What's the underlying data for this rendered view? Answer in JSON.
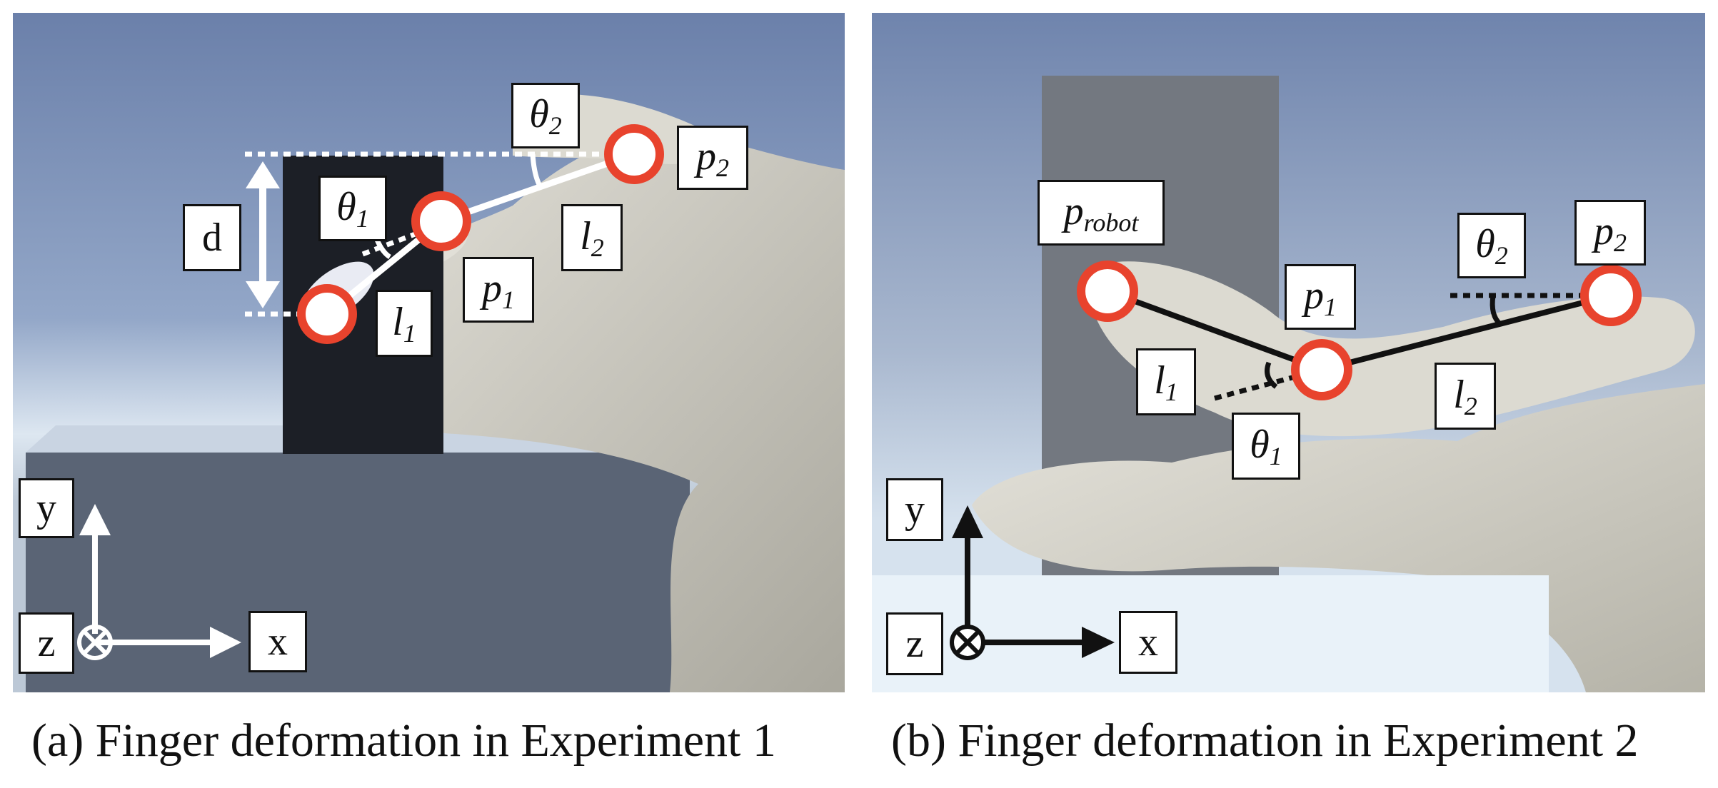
{
  "panels": {
    "a": {
      "caption": "(a) Finger deformation in Experiment 1",
      "labels": {
        "d": "d",
        "theta1": "θ",
        "theta1_sub": "1",
        "theta2": "θ",
        "theta2_sub": "2",
        "l1": "l",
        "l1_sub": "1",
        "l2": "l",
        "l2_sub": "2",
        "p1": "p",
        "p1_sub": "1",
        "p2": "p",
        "p2_sub": "2",
        "axis_x": "x",
        "axis_y": "y",
        "axis_z": "z"
      }
    },
    "b": {
      "caption": "(b) Finger deformation in Experiment 2",
      "labels": {
        "probot": "p",
        "probot_sub": "robot",
        "theta1": "θ",
        "theta1_sub": "1",
        "theta2": "θ",
        "theta2_sub": "2",
        "l1": "l",
        "l1_sub": "1",
        "l2": "l",
        "l2_sub": "2",
        "p1": "p",
        "p1_sub": "1",
        "p2": "p",
        "p2_sub": "2",
        "axis_x": "x",
        "axis_y": "y",
        "axis_z": "z"
      }
    }
  },
  "colors": {
    "marker": "#e8432d",
    "sky_top": "#6f84ad",
    "sky_bottom": "#dfe8f1",
    "block_dark": "#1c1f26",
    "table": "#5a6475",
    "block_gray": "#737880",
    "hand": "#d8d6cc"
  }
}
